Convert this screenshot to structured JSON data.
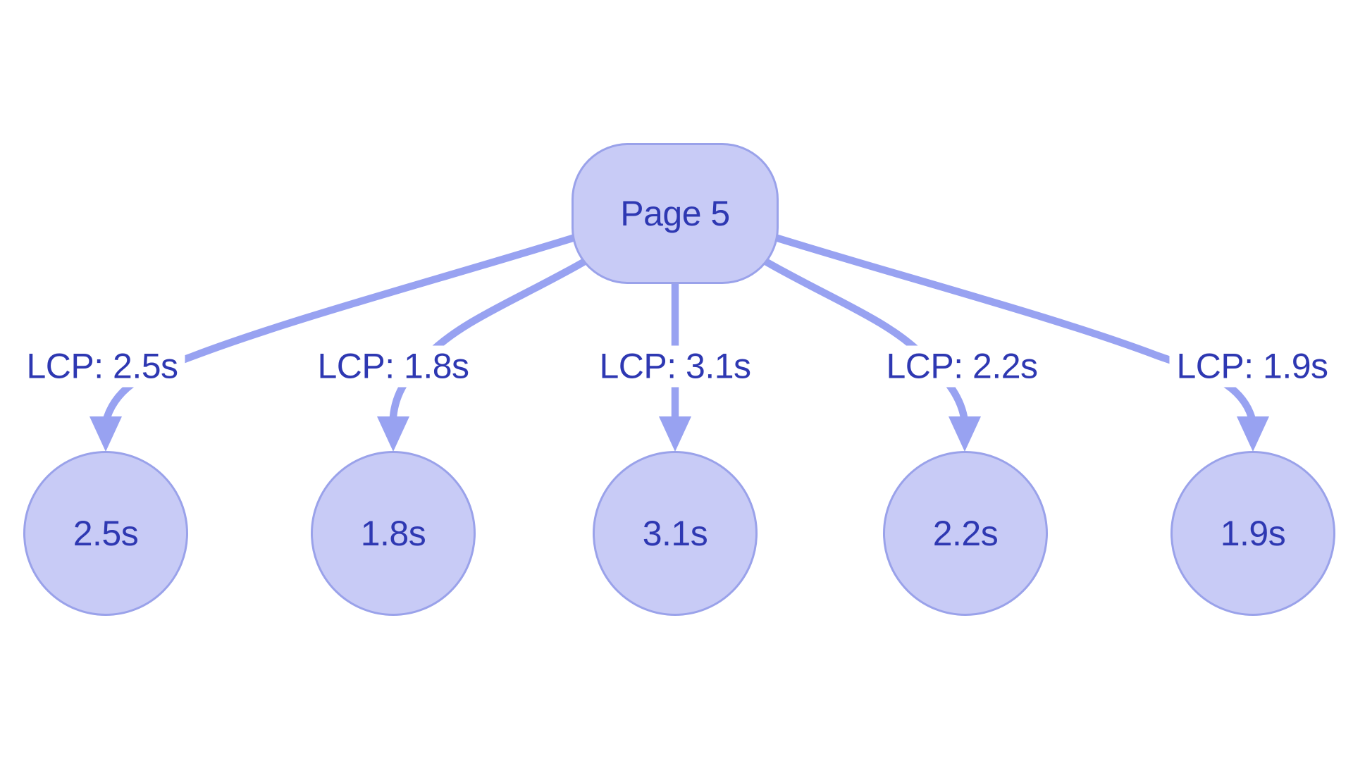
{
  "diagram": {
    "type": "flowchart-top-down",
    "root": {
      "label": "Page 5"
    },
    "children": [
      {
        "node_label": "2.5s",
        "edge_label": "LCP: 2.5s"
      },
      {
        "node_label": "1.8s",
        "edge_label": "LCP: 1.8s"
      },
      {
        "node_label": "3.1s",
        "edge_label": "LCP: 3.1s"
      },
      {
        "node_label": "2.2s",
        "edge_label": "LCP: 2.2s"
      },
      {
        "node_label": "1.9s",
        "edge_label": "LCP: 1.9s"
      }
    ]
  },
  "colors": {
    "background": "#ffffff",
    "node_fill": "#c8cbf6",
    "node_border": "#9aa2ea",
    "edge_stroke": "#98a2f1",
    "label_text": "#2e38b2"
  }
}
